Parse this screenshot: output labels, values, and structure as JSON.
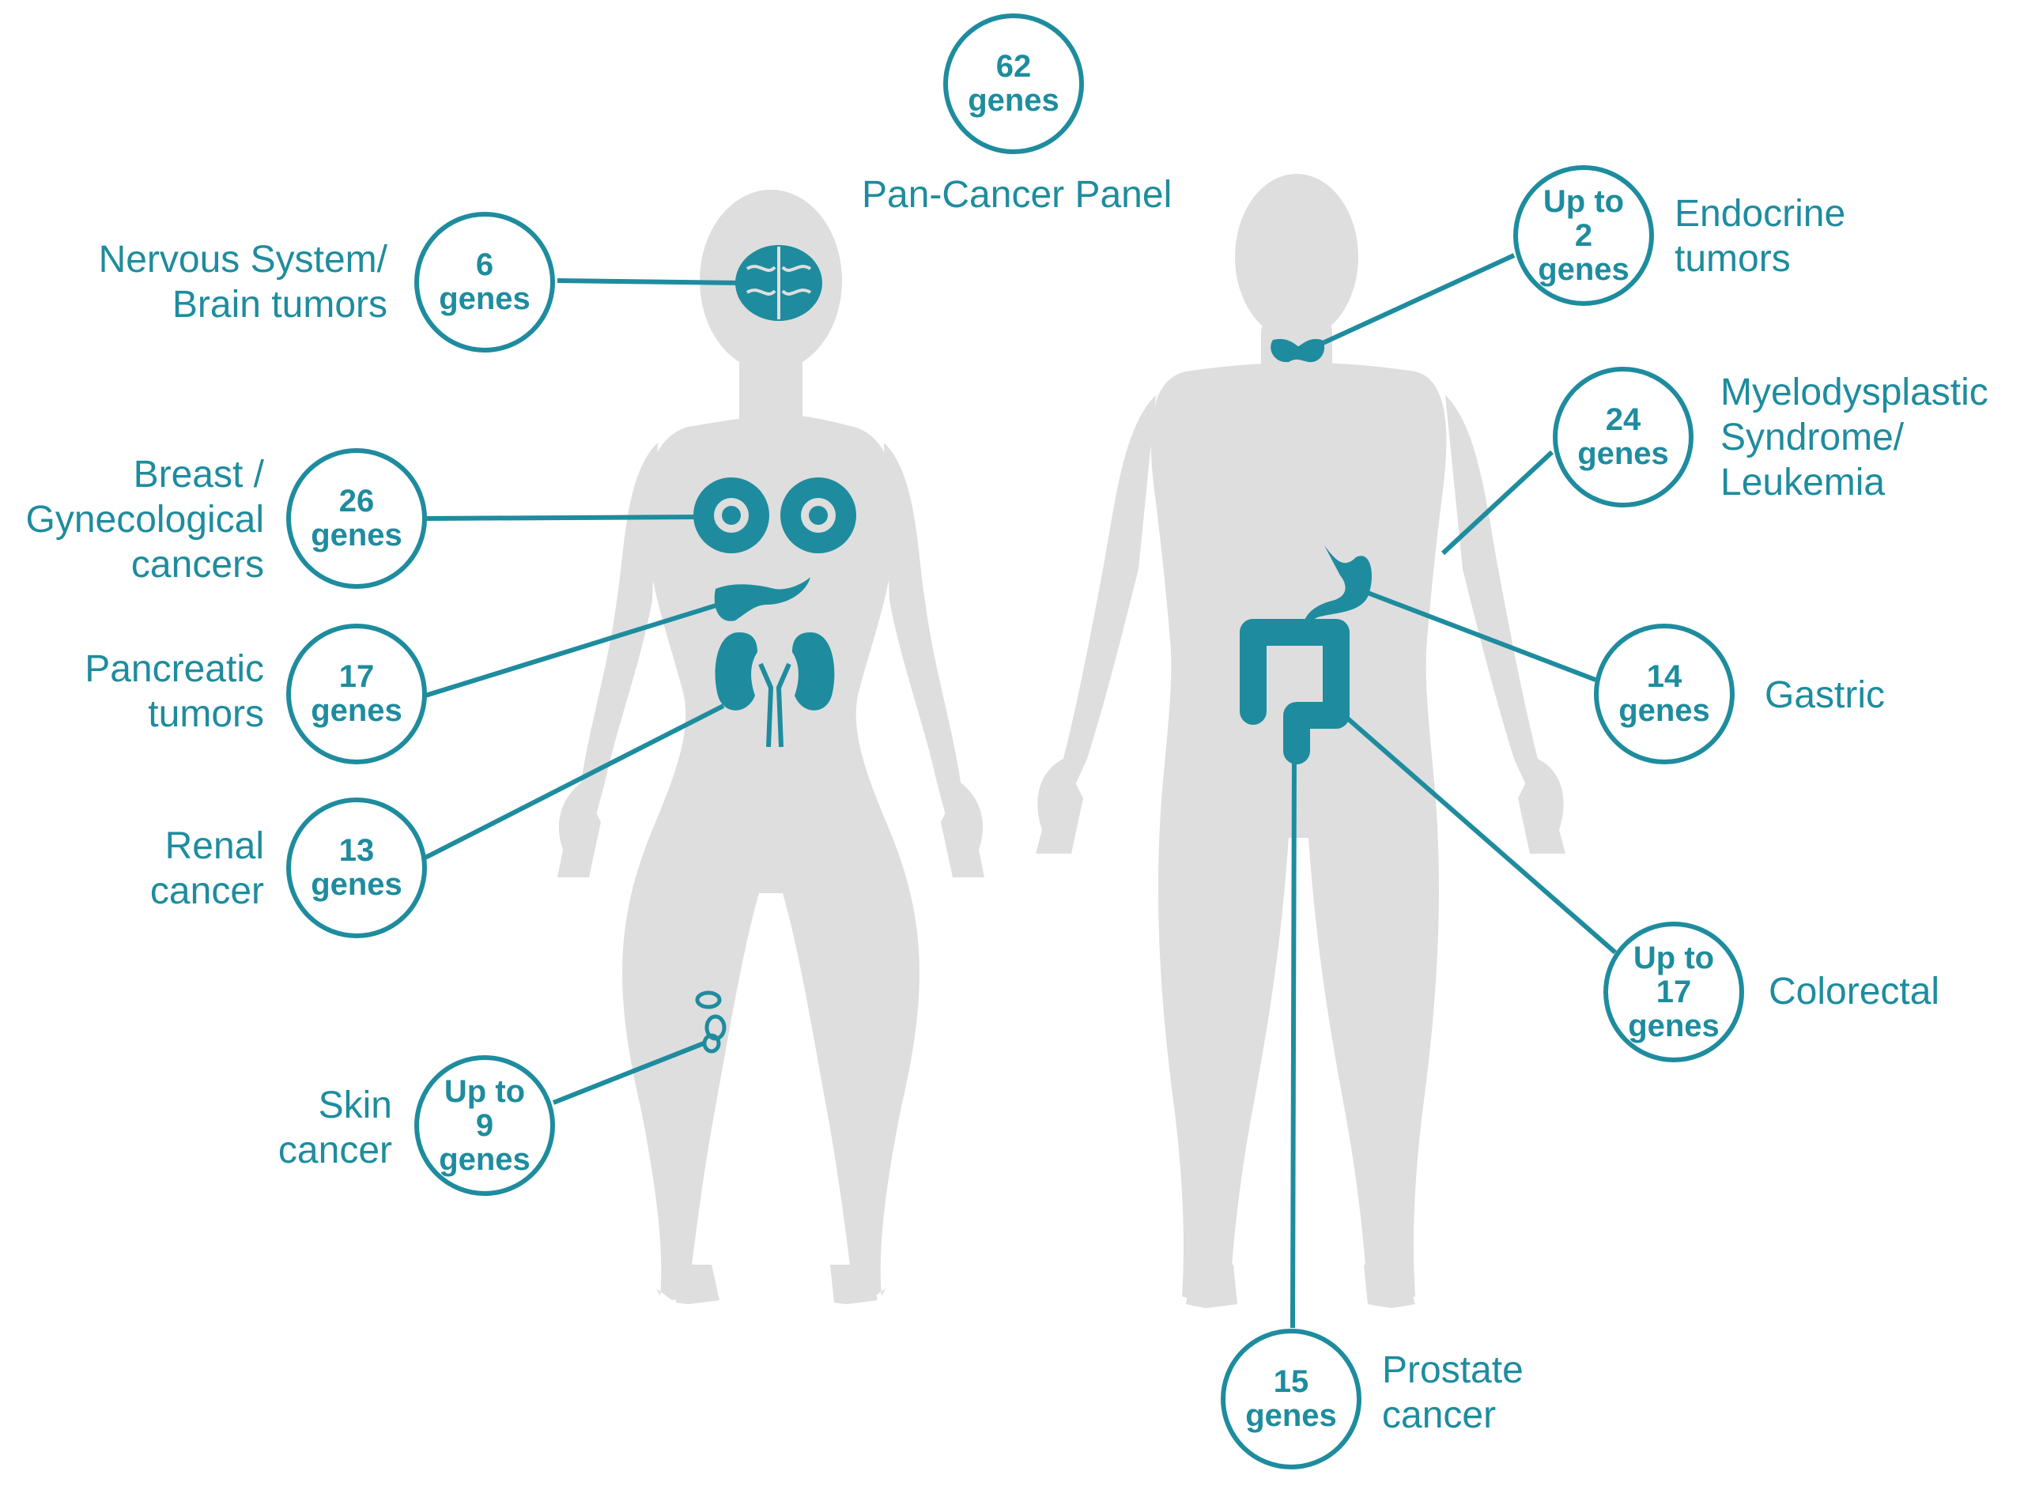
{
  "colors": {
    "accent": "#1e8c9e",
    "silhouette": "#dedede",
    "background": "#ffffff"
  },
  "panel": {
    "count_line1": "62",
    "count_line2": "genes",
    "label": "Pan-Cancer Panel"
  },
  "items": {
    "nervous": {
      "count": [
        "6",
        "genes"
      ],
      "label": [
        "Nervous System/",
        "Brain tumors"
      ],
      "icon": "brain-icon"
    },
    "breast": {
      "count": [
        "26",
        "genes"
      ],
      "label": [
        "Breast /",
        "Gynecological",
        "cancers"
      ],
      "icon": "breast-icon"
    },
    "pancreatic": {
      "count": [
        "17",
        "genes"
      ],
      "label": [
        "Pancreatic",
        "tumors"
      ],
      "icon": "pancreas-icon"
    },
    "renal": {
      "count": [
        "13",
        "genes"
      ],
      "label": [
        "Renal",
        "cancer"
      ],
      "icon": "kidney-icon"
    },
    "skin": {
      "count": [
        "Up to",
        "9",
        "genes"
      ],
      "label": [
        "Skin",
        "cancer"
      ],
      "icon": "skin-lesion-icon"
    },
    "endocrine": {
      "count": [
        "Up to",
        "2",
        "genes"
      ],
      "label": [
        "Endocrine",
        "tumors"
      ],
      "icon": "thyroid-icon"
    },
    "myelo": {
      "count": [
        "24",
        "genes"
      ],
      "label": [
        "Myelodysplastic",
        "Syndrome/",
        "Leukemia"
      ],
      "icon": "blood-icon"
    },
    "gastric": {
      "count": [
        "14",
        "genes"
      ],
      "label": [
        "Gastric"
      ],
      "icon": "stomach-icon"
    },
    "colorectal": {
      "count": [
        "Up to",
        "17",
        "genes"
      ],
      "label": [
        "Colorectal"
      ],
      "icon": "colon-icon"
    },
    "prostate": {
      "count": [
        "15",
        "genes"
      ],
      "label": [
        "Prostate",
        "cancer"
      ],
      "icon": "prostate-icon"
    }
  }
}
